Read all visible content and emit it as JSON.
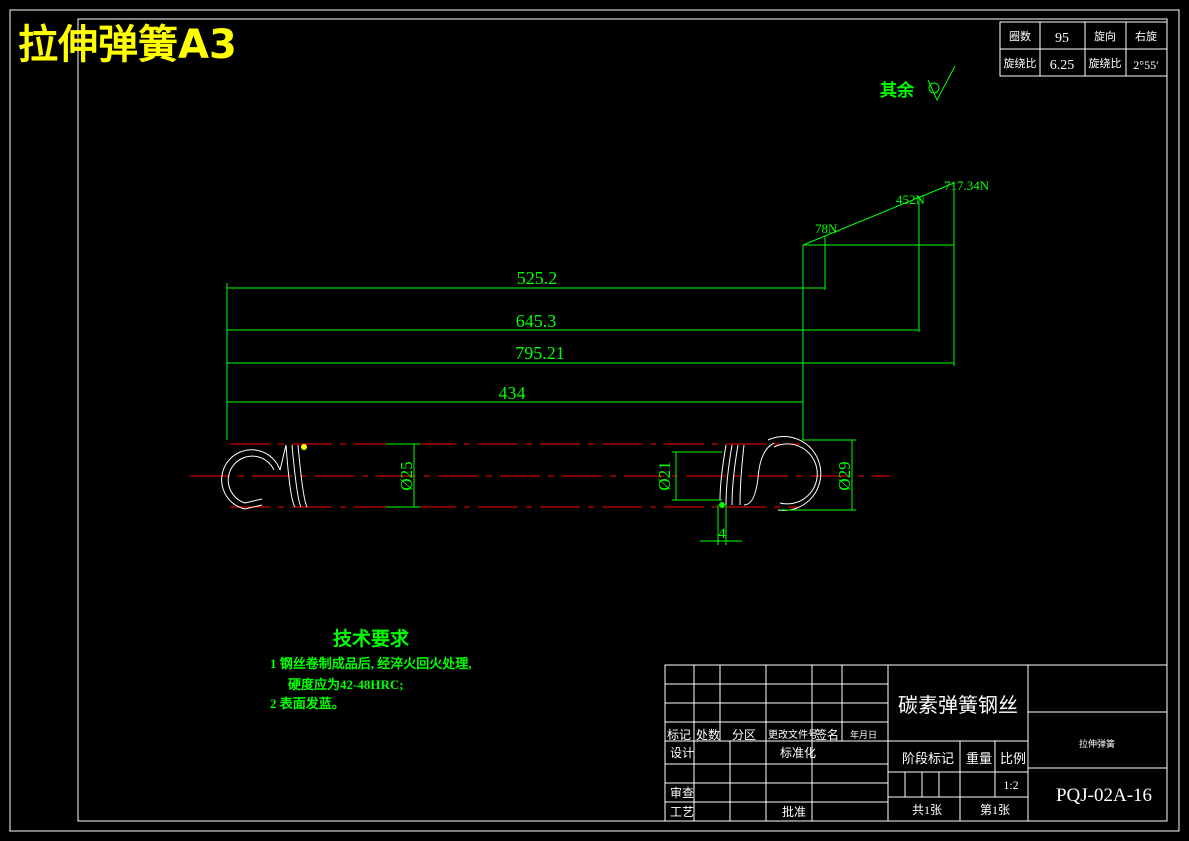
{
  "title": "拉伸弹簧A3",
  "params_table": {
    "rows": [
      [
        "圈数",
        "95",
        "旋向",
        "右旋"
      ],
      [
        "旋绕比",
        "6.25",
        "旋绕比",
        "2°55′"
      ]
    ]
  },
  "roughness_note": "其余",
  "forces": {
    "f1": "78N",
    "f2": "452N",
    "f3": "717.34N"
  },
  "dimensions": {
    "d1": "525.2",
    "d2": "645.3",
    "d3": "795.21",
    "d4": "434",
    "dia_body": "Ø25",
    "dia_inner": "Ø21",
    "dia_hook": "Ø29",
    "wire": "4"
  },
  "tech": {
    "heading": "技术要求",
    "line1": "1 钢丝卷制成品后, 经淬火回火处理,",
    "line2": "硬度应为42-48HRC;",
    "line3": "2 表面发蓝。"
  },
  "title_block": {
    "material": "碳素弹簧钢丝",
    "part_name": "拉伸弹簧",
    "drawing_no": "PQJ-02A-16",
    "h_mark": "标记",
    "h_count": "处数",
    "h_zone": "分区",
    "h_docno": "更改文件号",
    "h_sign": "签名",
    "h_date": "年月日",
    "design": "设计",
    "standard": "标准化",
    "stage_mark": "阶段标记",
    "weight": "重量",
    "scale_label": "比例",
    "scale": "1:2",
    "review": "审查",
    "process": "工艺",
    "approve": "批准",
    "total": "共1张",
    "sheet": "第1张"
  }
}
